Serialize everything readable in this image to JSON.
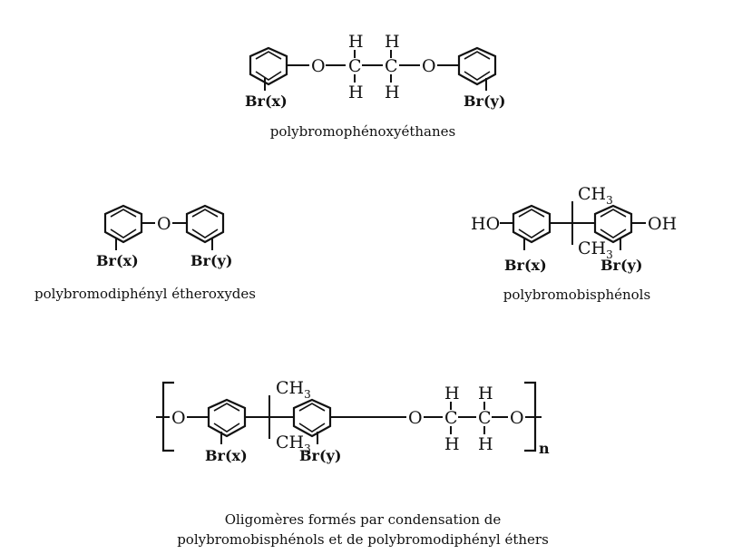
{
  "atoms": {
    "oxygen": "O",
    "carbon": "C",
    "hydrogen": "H",
    "hydroxyl": "OH",
    "hydroxyl_left": "HO",
    "methyl": "CH",
    "methyl_subscript": "3",
    "bromine_x": "Br(x)",
    "bromine_y": "Br(y)",
    "repeat_index": "n"
  },
  "captions": {
    "phenoxyethanes": "polybromophénoxyéthanes",
    "diphenyl_ethers": "polybromodiphényl étheroxydes",
    "bisphenols": "polybromobisphénols",
    "oligomers_line1": "Oligomères formés par condensation de",
    "oligomers_line2": "polybromobisphénols et de polybromodiphényl éthers"
  }
}
